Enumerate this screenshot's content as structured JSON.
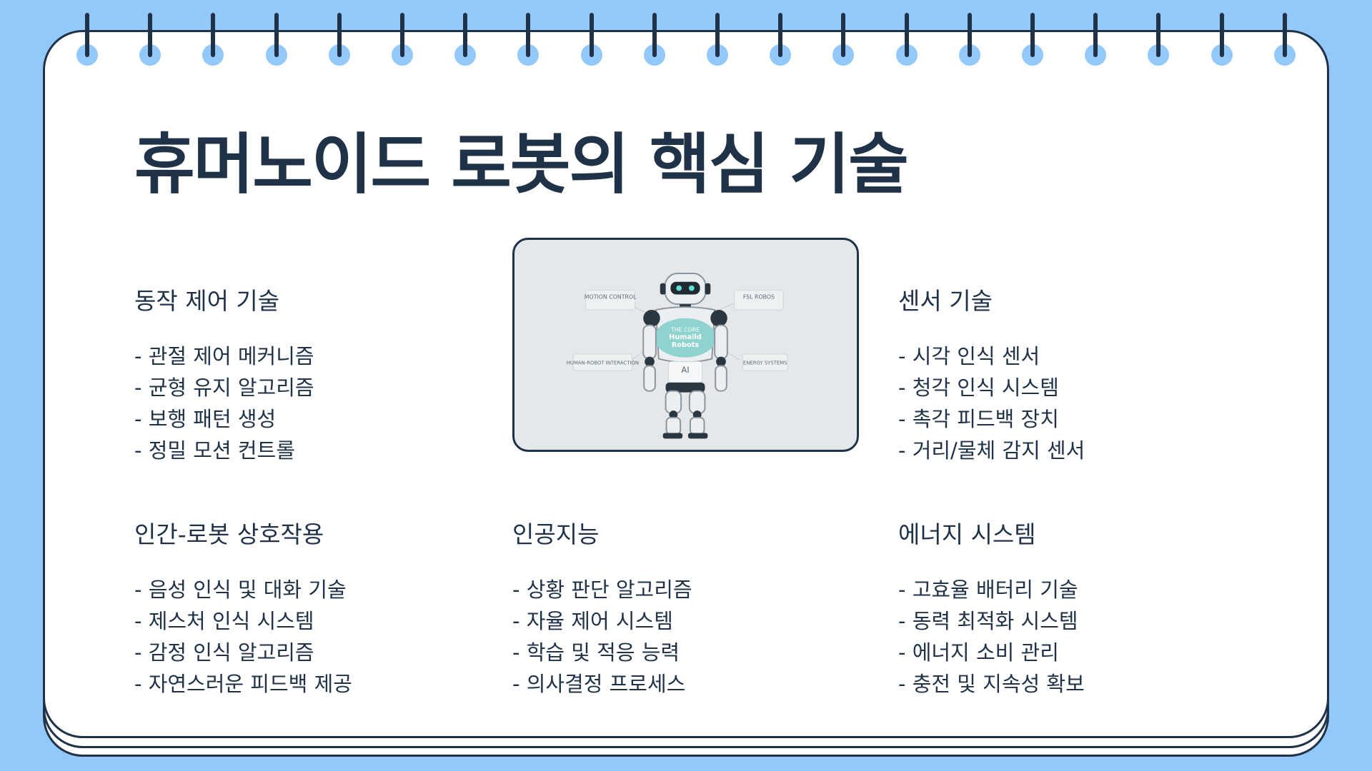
{
  "title": "휴머노이드 로봇의 핵심 기술",
  "colors": {
    "background": "#93c8fb",
    "ink": "#1f3247",
    "page": "#ffffff",
    "accent": "#8ed3cf"
  },
  "sections": {
    "motion": {
      "heading": "동작 제어 기술",
      "items": [
        "관절 제어 메커니즘",
        "균형 유지 알고리즘",
        "보행 패턴 생성",
        "정밀 모션 컨트롤"
      ]
    },
    "sensor": {
      "heading": "센서 기술",
      "items": [
        "시각 인식 센서",
        "청각 인식 시스템",
        "촉각 피드백 장치",
        "거리/물체 감지 센서"
      ]
    },
    "hri": {
      "heading": "인간-로봇 상호작용",
      "items": [
        "음성 인식 및 대화 기술",
        "제스처 인식 시스템",
        "감정 인식 알고리즘",
        "자연스러운 피드백 제공"
      ]
    },
    "ai": {
      "heading": "인공지능",
      "items": [
        "상황 판단 알고리즘",
        "자율 제어 시스템",
        "학습 및 적응 능력",
        "의사결정 프로세스"
      ]
    },
    "energy": {
      "heading": "에너지 시스템",
      "items": [
        "고효율 배터리 기술",
        "동력 최적화 시스템",
        "에너지 소비 관리",
        "충전 및 지속성 확보"
      ]
    }
  },
  "robot_image": {
    "labels": {
      "motion": "MOTION CONTROL",
      "fsl": "FSL ROBOS",
      "core1": "THE CORE",
      "core2": "Humaild",
      "core3": "Robots",
      "hri": "HUMAN-ROBOT INTERACTION",
      "energy": "ENERGY SYSTEMS",
      "ai": "AI"
    }
  }
}
